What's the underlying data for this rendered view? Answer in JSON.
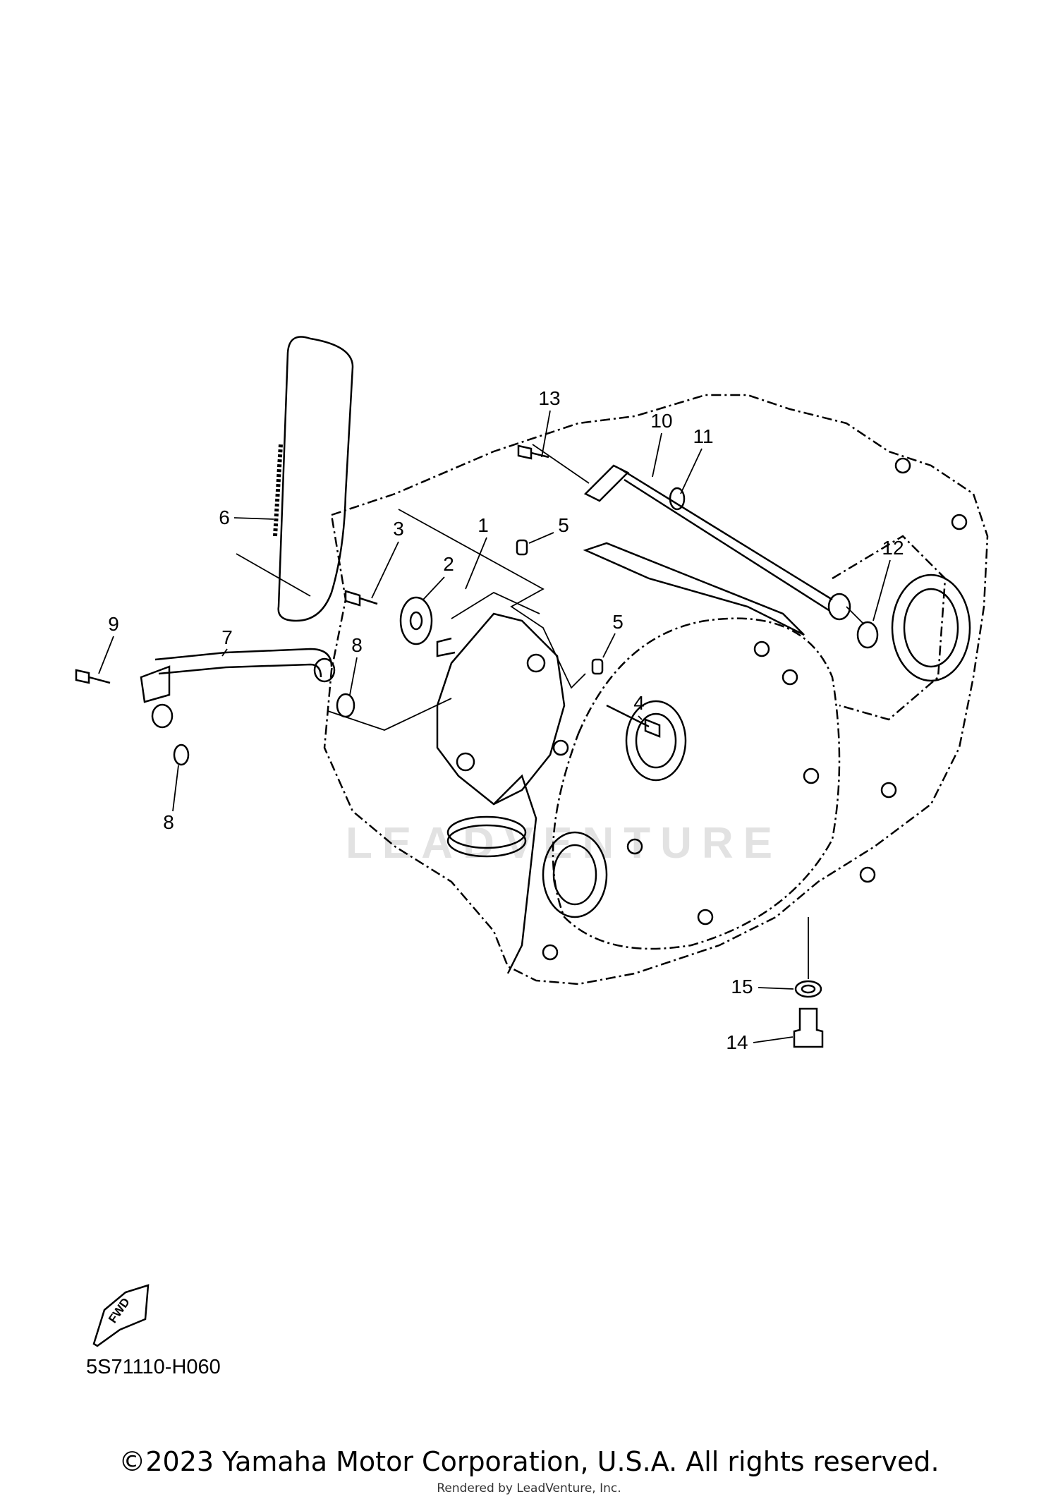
{
  "diagram": {
    "callouts": [
      {
        "id": "13",
        "label": "13"
      },
      {
        "id": "10",
        "label": "10"
      },
      {
        "id": "11",
        "label": "11"
      },
      {
        "id": "6",
        "label": "6"
      },
      {
        "id": "3",
        "label": "3"
      },
      {
        "id": "1",
        "label": "1"
      },
      {
        "id": "5a",
        "label": "5"
      },
      {
        "id": "2",
        "label": "2"
      },
      {
        "id": "12",
        "label": "12"
      },
      {
        "id": "9",
        "label": "9"
      },
      {
        "id": "7",
        "label": "7"
      },
      {
        "id": "5b",
        "label": "5"
      },
      {
        "id": "8a",
        "label": "8"
      },
      {
        "id": "4",
        "label": "4"
      },
      {
        "id": "8b",
        "label": "8"
      },
      {
        "id": "15",
        "label": "15"
      },
      {
        "id": "14",
        "label": "14"
      }
    ],
    "fwd_label": "FWD",
    "diagram_code": "5S71110-H060",
    "watermark": "LEADVENTURE"
  },
  "footer": {
    "copyright": "©2023 Yamaha Motor Corporation, U.S.A. All rights reserved.",
    "rendered_by": "Rendered by LeadVenture, Inc."
  }
}
